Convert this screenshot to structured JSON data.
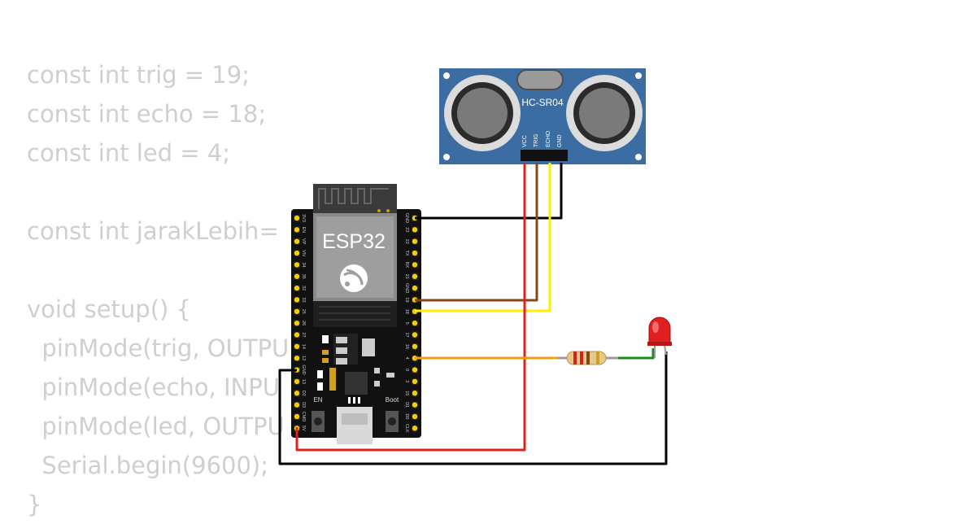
{
  "code_lines": [
    "const int trig = 19;",
    "const int echo = 18;",
    "const int led = 4;",
    "",
    "const int jarakLebih=",
    "",
    "void setup() {",
    "  pinMode(trig, OUTPU",
    "  pinMode(echo, INPU",
    "  pinMode(led, OUTPU",
    "  Serial.begin(9600);",
    "}"
  ],
  "sensor": {
    "label": "HC-SR04",
    "pins": [
      "VCC",
      "TRIG",
      "ECHO",
      "GND"
    ]
  },
  "board": {
    "label": "ESP32",
    "left_pins": [
      "3V3",
      "EN",
      "VP",
      "VN",
      "34",
      "35",
      "32",
      "33",
      "25",
      "26",
      "27",
      "14",
      "12",
      "GND",
      "13",
      "D2",
      "D3",
      "CMD",
      "5V"
    ],
    "right_pins": [
      "GND",
      "23",
      "22",
      "TX",
      "RX",
      "21",
      "GND",
      "19",
      "18",
      "5",
      "17",
      "16",
      "4",
      "0",
      "2",
      "15",
      "D1",
      "D0",
      "CLK"
    ],
    "button_en": "EN",
    "button_boot": "Boot"
  },
  "wire_colors": {
    "gnd": "#000000",
    "vcc": "#e0201b",
    "trig": "#8b4513",
    "echo": "#ffee00",
    "led_signal": "#f39c12",
    "resistor_to_led": "#1a8c1a"
  }
}
